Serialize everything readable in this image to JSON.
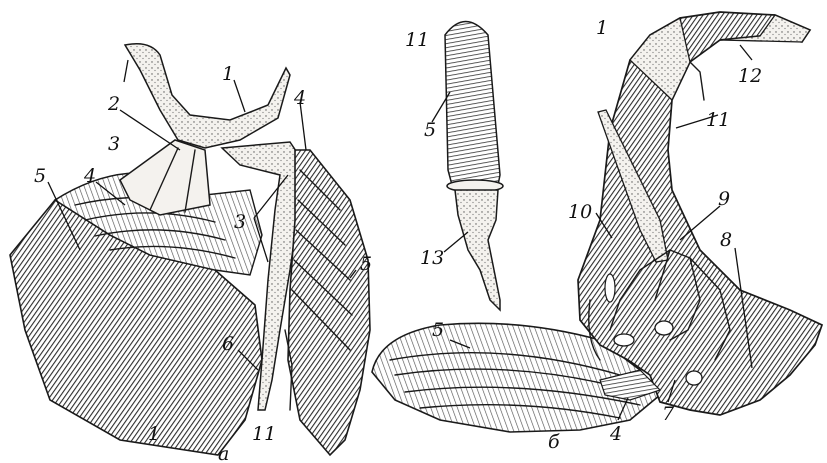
{
  "labels": {
    "a_1_top": "1",
    "a_2": "2",
    "a_3_left": "3",
    "a_4_left": "4",
    "a_5_left": "5",
    "a_1_bottom": "1",
    "a_sub": "a",
    "a_3_right": "3",
    "a_6": "6",
    "a_11": "11",
    "a_4_right": "4",
    "a_5_right": "5",
    "b_11_top": "11",
    "b_5_top": "5",
    "b_13": "13",
    "b_5_wing": "5",
    "b_sub": "б",
    "b_1": "1",
    "b_12": "12",
    "b_11": "11",
    "b_10": "10",
    "b_9": "9",
    "b_8": "8",
    "b_4": "4",
    "b_7": "7"
  },
  "colors": {
    "ink": "#1a1a1a",
    "hatch": "#3c3c3c",
    "paper": "#ffffff"
  }
}
